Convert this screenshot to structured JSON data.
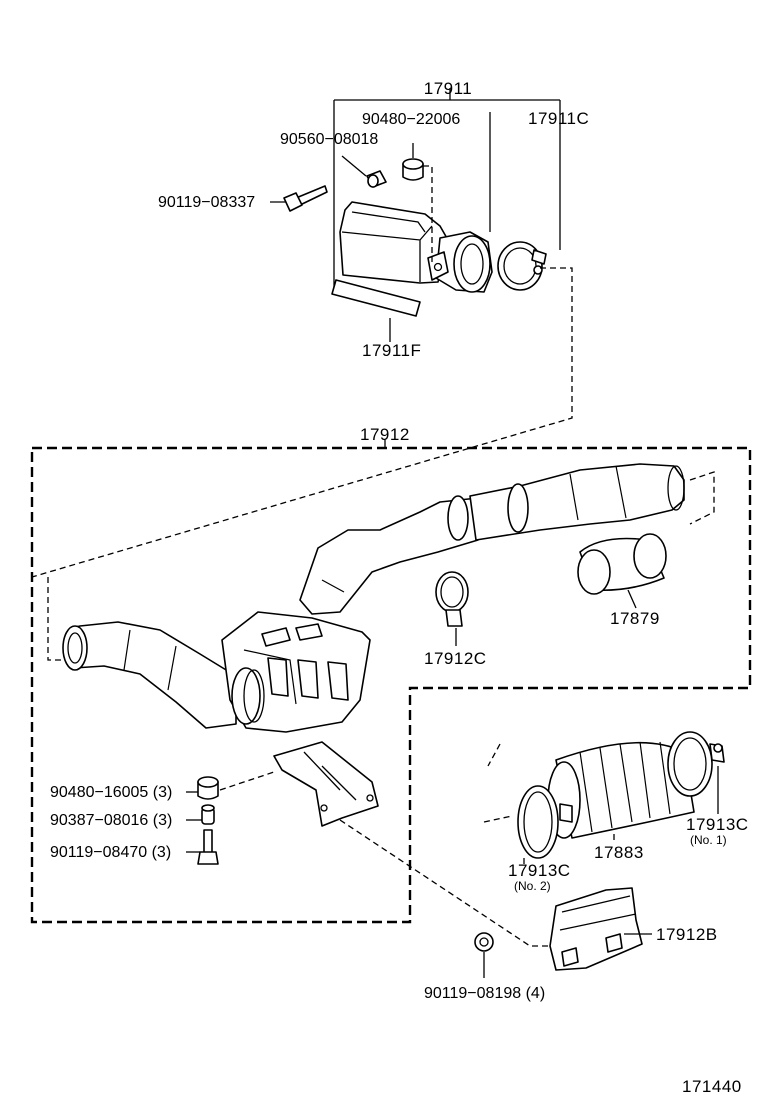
{
  "labels": {
    "p17911": "17911",
    "p90480_22006": "90480−22006",
    "p90560_08018": "90560−08018",
    "p17911C": "17911C",
    "p90119_08337": "90119−08337",
    "p17911F": "17911F",
    "p17912": "17912",
    "p17879": "17879",
    "p17912C": "17912C",
    "p90480_16005": "90480−16005 (3)",
    "p90387_08016": "90387−08016 (3)",
    "p90119_08470": "90119−08470 (3)",
    "p17913C_no1": "17913C",
    "p17913C_no1_note": "(No. 1)",
    "p17883": "17883",
    "p17913C_no2": "17913C",
    "p17913C_no2_note": "(No. 2)",
    "p17912B": "17912B",
    "p90119_08198": "90119−08198 (4)",
    "figure_number": "171440"
  }
}
